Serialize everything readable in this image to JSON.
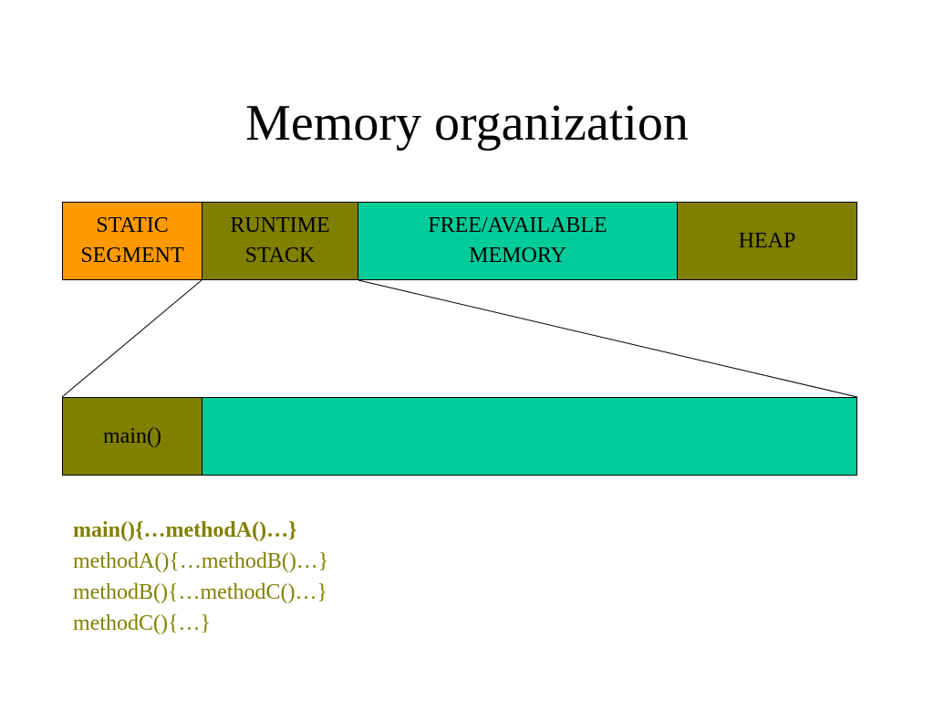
{
  "slide": {
    "title": "Memory organization",
    "colors": {
      "static": "#ff9900",
      "olive": "#808000",
      "free": "#00cc99",
      "text_code": "#808000"
    }
  },
  "memory_bar": {
    "static_segment": "STATIC\nSEGMENT",
    "runtime_stack": "RUNTIME\nSTACK",
    "free_memory": "FREE/AVAILABLE\nMEMORY",
    "heap": "HEAP"
  },
  "stack_zoom": {
    "main_frame": "main()",
    "free_area": ""
  },
  "code_lines": [
    "main(){…methodA()…}",
    "methodA(){…methodB()…}",
    "methodB(){…methodC()…}",
    "methodC(){…}"
  ]
}
